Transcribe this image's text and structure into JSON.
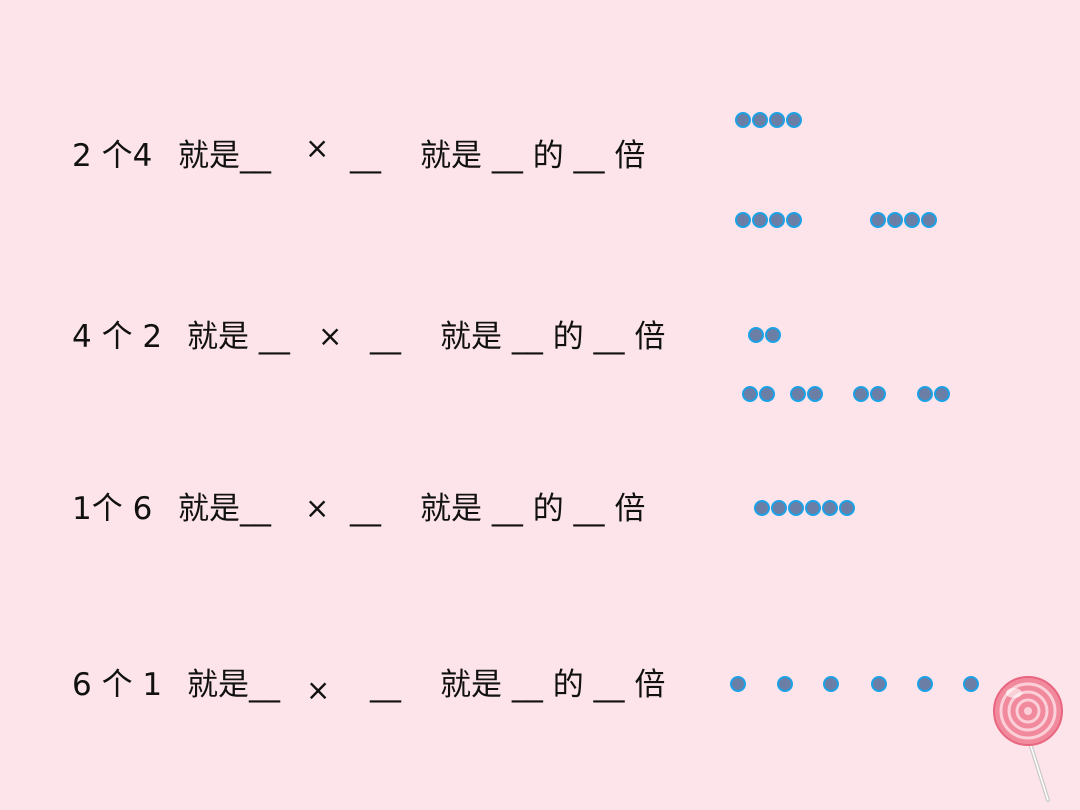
{
  "rows": [
    {
      "head": "2 个4",
      "mid1": "就是__",
      "times": "×",
      "mid2": "__",
      "tail": "就是 __ 的 __ 倍"
    },
    {
      "head": "4 个 2",
      "mid1": "就是 __",
      "times": "×",
      "mid2": "__",
      "tail": "就是 __ 的 __ 倍"
    },
    {
      "head": "1个 6",
      "mid1": "就是__",
      "times": "×",
      "mid2": "__",
      "tail": "就是 __ 的 __ 倍"
    },
    {
      "head": "6 个 1",
      "mid1": "就是__",
      "times": "×",
      "mid2": "__",
      "tail": "就是 __ 的 __ 倍"
    }
  ],
  "dot_groups": [
    {
      "count": 4
    },
    {
      "count": 4
    },
    {
      "count": 4
    },
    {
      "count": 2
    },
    {
      "count": 2
    },
    {
      "count": 2
    },
    {
      "count": 2
    },
    {
      "count": 2
    },
    {
      "count": 6
    },
    {
      "count": 1
    },
    {
      "count": 1
    },
    {
      "count": 1
    },
    {
      "count": 1
    },
    {
      "count": 1
    },
    {
      "count": 1
    }
  ],
  "colors": {
    "background": "#fde4ea",
    "dot_fill": "#6b7fa6",
    "dot_outline": "#1ba2e6"
  },
  "icons": {
    "decoration": "lollipop-icon"
  }
}
